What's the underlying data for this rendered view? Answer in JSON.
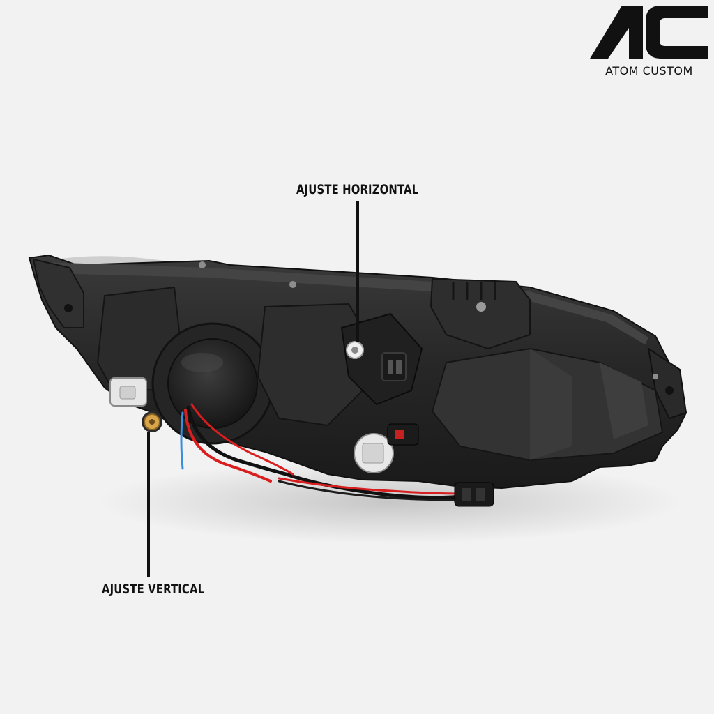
{
  "brand": {
    "logo_letters": "AC",
    "name": "ATOM CUSTOM"
  },
  "callouts": {
    "horizontal": "AJUSTE HORIZONTAL",
    "vertical": "AJUSTE VERTICAL"
  },
  "colors": {
    "background": "#f2f2f2",
    "housing": "#2a2a2a",
    "wire_red": "#d81e1e",
    "wire_blue": "#3a8ee0",
    "connector_white": "#e6e6e6",
    "adjuster_gold": "#d8a54a"
  }
}
